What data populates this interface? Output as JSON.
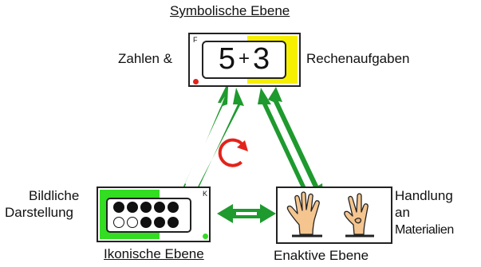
{
  "labels": {
    "symbolic_title": "Symbolische Ebene",
    "symbolic_left": "Zahlen &",
    "symbolic_right": "Rechenaufgaben",
    "iconic_left_line1": "Bildliche",
    "iconic_left_line2": "Darstellung",
    "iconic_title": "Ikonische Ebene",
    "enactive_right_line1": "Handlung",
    "enactive_right_line2": "an",
    "enactive_right_line3": "Materialien",
    "enactive_title": "Enaktive Ebene"
  },
  "symbolic_card": {
    "corner_letter": "F",
    "equation": {
      "left": "5",
      "operator": "+",
      "right": "3"
    },
    "highlight_color": "#f6ef00",
    "dot_color": "#e2231a"
  },
  "iconic_card": {
    "corner_letter": "K",
    "highlight_color": "#33dd22",
    "dot_color": "#33dd22",
    "bead_rows": [
      {
        "filled": 5,
        "empty": 0
      },
      {
        "filled": 3,
        "empty": 2
      }
    ]
  },
  "enactive_card": {
    "hands": [
      "hand-five-fingers",
      "hand-three-fingers"
    ],
    "skin_color": "#f5c58f"
  },
  "colors": {
    "arrow": "#1e9a2e",
    "cycle_arrow": "#e2231a"
  }
}
